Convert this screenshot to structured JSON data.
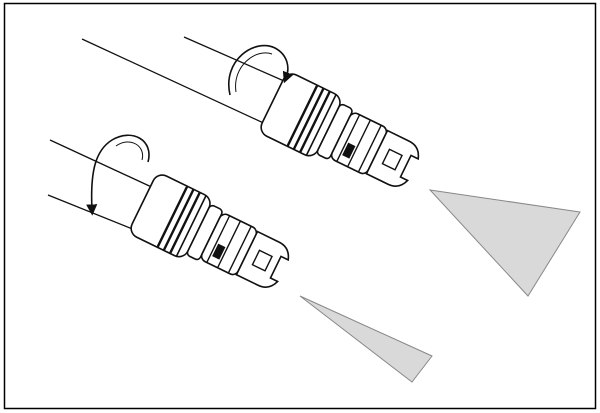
{
  "figure": {
    "subject": "pressure-washer-nozzle-adjustment",
    "border_color": "#000000",
    "line_color": "#111111",
    "spray_fill": "#d9d9d9",
    "spray_stroke": "#888888"
  },
  "nozzles": [
    {
      "id": "upper",
      "spray_pattern": "wide-fan",
      "rotation_icon": "curved-arrow-clockwise-icon"
    },
    {
      "id": "lower",
      "spray_pattern": "narrow-jet",
      "rotation_icon": "curved-arrow-counterclockwise-icon"
    }
  ]
}
